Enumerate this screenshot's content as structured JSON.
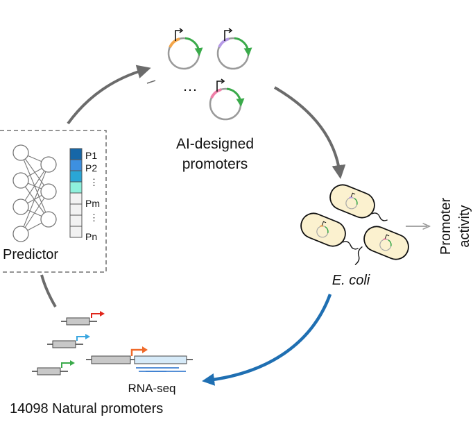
{
  "labels": {
    "ai_line1": "AI-designed",
    "ai_line2": "promoters",
    "ecoli": "E. coli",
    "activity_line1": "Promoter",
    "activity_line2": "activity",
    "predictor": "Predictor",
    "rnaseq": "RNA-seq",
    "natural": "14098 Natural promoters",
    "ellipsis": "…"
  },
  "predictor_outputs": [
    "P1",
    "P2",
    "⋮",
    "Pm",
    "⋮",
    "Pn"
  ],
  "colors": {
    "cycle_arrow": "#6b6b6b",
    "blue_arrow": "#1f6fb2",
    "plasmid_green": "#3aaa4a",
    "cell_fill": "#fbf1cf",
    "orange": "#f4a64a",
    "purple": "#b69ae6",
    "pink": "#ef7fa8",
    "red": "#e0261b",
    "light_blue": "#3aa6e0",
    "green": "#3aaa4a",
    "orange_red": "#ef6a2a",
    "out_p1": "#1667a8",
    "out_p2": "#3d90e0",
    "out_p3": "#2aa6d6",
    "out_p4": "#8ff0dc"
  }
}
